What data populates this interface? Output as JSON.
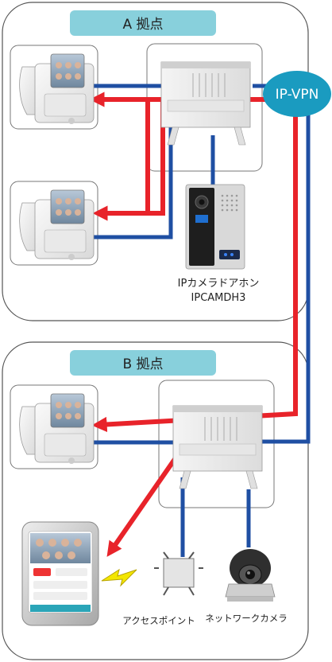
{
  "site_a": {
    "label": "A 拠点"
  },
  "site_b": {
    "label": "B 拠点"
  },
  "vpn": {
    "label": "IP-VPN"
  },
  "door_intercom": {
    "name": "IPカメラドアホン",
    "model": "IPCAMDH3"
  },
  "access_point": {
    "label": "アクセスポイント"
  },
  "network_camera": {
    "label": "ネットワークカメラ"
  },
  "colors": {
    "blue_line": "#1f4fa3",
    "red_line": "#e8232a",
    "label_bg": "#88d0dc",
    "vpn_bg": "#1a9bc0"
  }
}
